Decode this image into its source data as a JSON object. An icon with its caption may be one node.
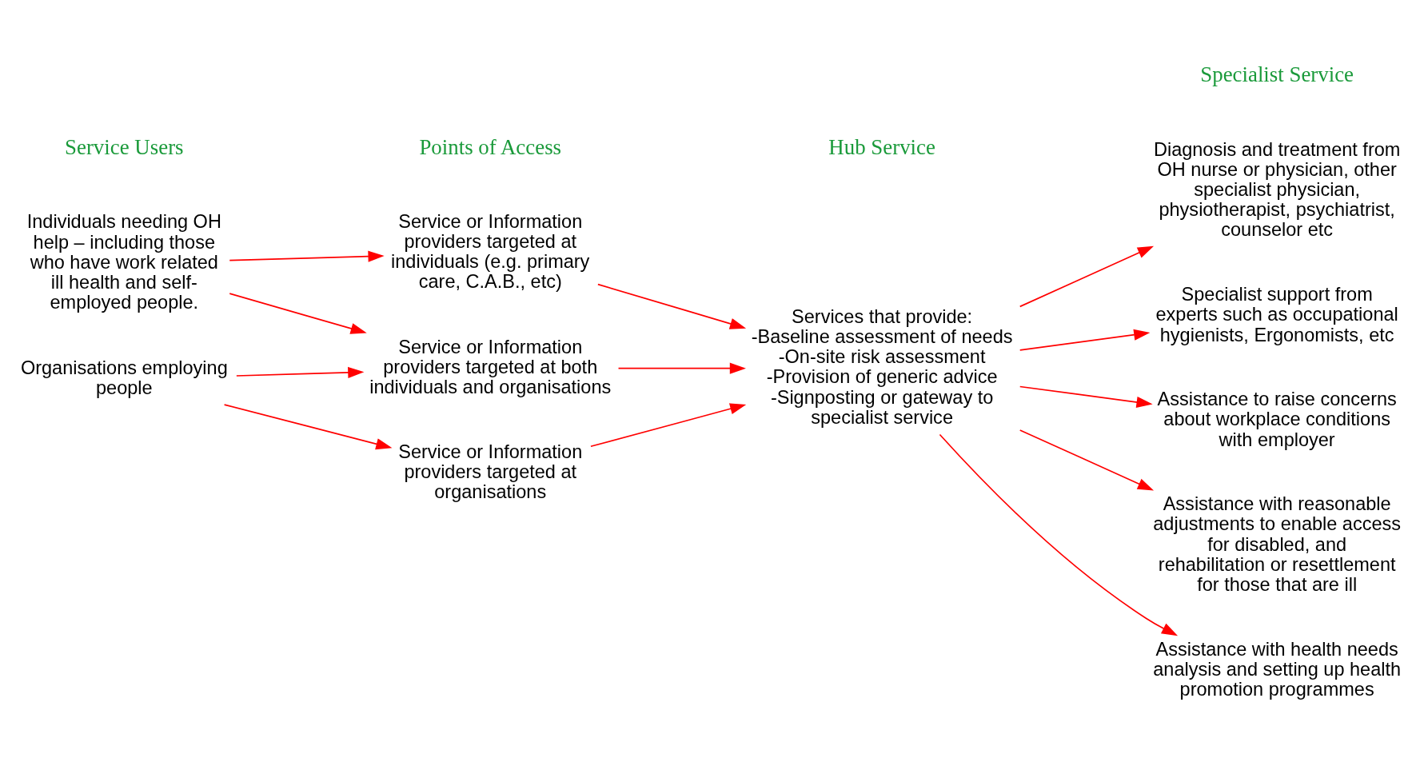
{
  "diagram": {
    "nodes": [
      {
        "text": [
          "Individuals needing OH help – including those who have work related ill health and self-employed people."
        ]
      },
      {
        "text": [
          "Organisations employing people"
        ]
      },
      {
        "text": [
          "Service or Information providers targeted at individuals (e.g. primary care, C.A.B., etc)"
        ]
      },
      {
        "text": [
          "Service or Information providers targeted at both individuals and organisations"
        ]
      },
      {
        "text": [
          "Service or Information providers targeted at organisations"
        ]
      },
      {
        "text": [
          "Services that provide:",
          "-Baseline assessment of needs",
          "-On-site risk assessment",
          "-Provision of generic advice",
          "-Signposting or gateway to specialist service"
        ]
      },
      {
        "text": [
          "Diagnosis and treatment from OH nurse or physician, other specialist physician, physiotherapist, psychiatrist, counselor etc"
        ]
      },
      {
        "text": [
          "Specialist support from experts such as occupational hygienists, Ergonomists, etc"
        ]
      },
      {
        "text": [
          "Assistance to raise concerns about workplace conditions with employer"
        ]
      },
      {
        "text": [
          "Assistance with reasonable adjustments to enable access for disabled, and rehabilitation or resettlement for those that are ill"
        ]
      },
      {
        "text": [
          "Assistance with health needs analysis and setting up health promotion programmes"
        ]
      }
    ],
    "edges": [
      {
        "from": 0,
        "to": 2,
        "arrow": "to"
      },
      {
        "from": 0,
        "to": 3,
        "arrow": "to"
      },
      {
        "from": 1,
        "to": 3,
        "arrow": "to"
      },
      {
        "from": 1,
        "to": 4,
        "arrow": "to"
      },
      {
        "from": 2,
        "to": 5,
        "arrow": "to"
      },
      {
        "from": 3,
        "to": 5,
        "arrow": "to"
      },
      {
        "from": 4,
        "to": 5,
        "arrow": "to"
      },
      {
        "from": 5,
        "to": 6,
        "arrow": "to"
      },
      {
        "from": 5,
        "to": 7,
        "arrow": "to"
      },
      {
        "from": 5,
        "to": 8,
        "arrow": "to"
      },
      {
        "from": 5,
        "to": 9,
        "arrow": "to"
      },
      {
        "from": 5,
        "to": 10,
        "arrow": "to"
      }
    ],
    "labels": [
      "Service Users",
      "Points of Access",
      "Hub Service",
      "Specialist Service"
    ]
  }
}
